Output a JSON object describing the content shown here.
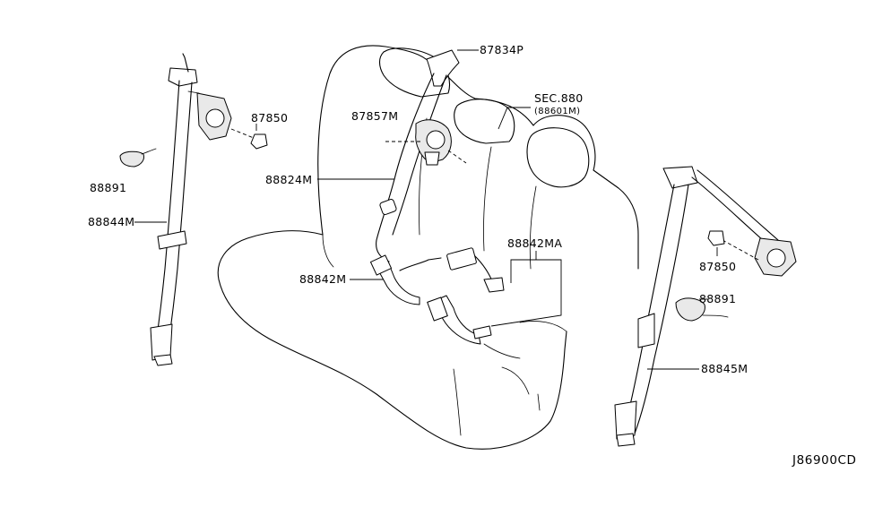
{
  "labels": {
    "p87834P": "87834P",
    "sec880": "SEC.880",
    "sec880_sub": "(88601M)",
    "p87857M": "87857M",
    "p87850_left": "87850",
    "p88891_left": "88891",
    "p88824M": "88824M",
    "p88844M": "88844M",
    "p88842MA": "88842MA",
    "p88842M": "88842M",
    "p87850_right": "87850",
    "p88891_right": "88891",
    "p88845M": "88845M"
  },
  "diagram_code": "J86900CD"
}
